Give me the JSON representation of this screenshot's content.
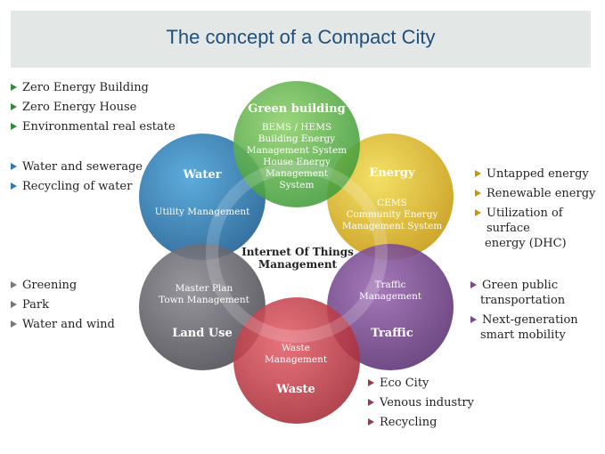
{
  "title": "The concept of a Compact City",
  "center": {
    "line1": "Internet Of Things",
    "line2": "Management"
  },
  "circles": {
    "green": {
      "name": "Green building",
      "desc": [
        "BEMS / HEMS",
        "Building Energy",
        "Management System",
        "House Energy",
        "Management",
        "System"
      ],
      "color": "#56b046"
    },
    "water": {
      "name": "Water",
      "desc": [
        "Utility Management"
      ],
      "color": "#2f7db5"
    },
    "energy": {
      "name": "Energy",
      "desc": [
        "CEMS",
        "Community Energy",
        "Management System"
      ],
      "color": "#e0c420"
    },
    "landuse": {
      "name": "Land Use",
      "desc": [
        "Master Plan",
        "Town Management"
      ],
      "color": "#6b6a72"
    },
    "traffic": {
      "name": "Traffic",
      "desc": [
        "Traffic",
        "Management"
      ],
      "color": "#7b4a92"
    },
    "waste": {
      "name": "Waste",
      "desc": [
        "Waste",
        "Management"
      ],
      "color": "#c63c4a"
    }
  },
  "lists": {
    "green_building": [
      "Zero Energy Building",
      "Zero Energy House",
      "Environmental real estate"
    ],
    "water": [
      "Water and sewerage",
      "Recycling of water"
    ],
    "energy": [
      "Untapped energy",
      "Renewable energy",
      "Utilization of surface",
      "energy (DHC)"
    ],
    "land_use": [
      "Greening",
      "Park",
      "Water and wind"
    ],
    "traffic": [
      "Green public",
      "transportation",
      "Next-generation",
      "smart mobility"
    ],
    "waste": [
      "Eco City",
      "Venous industry",
      "Recycling"
    ]
  }
}
